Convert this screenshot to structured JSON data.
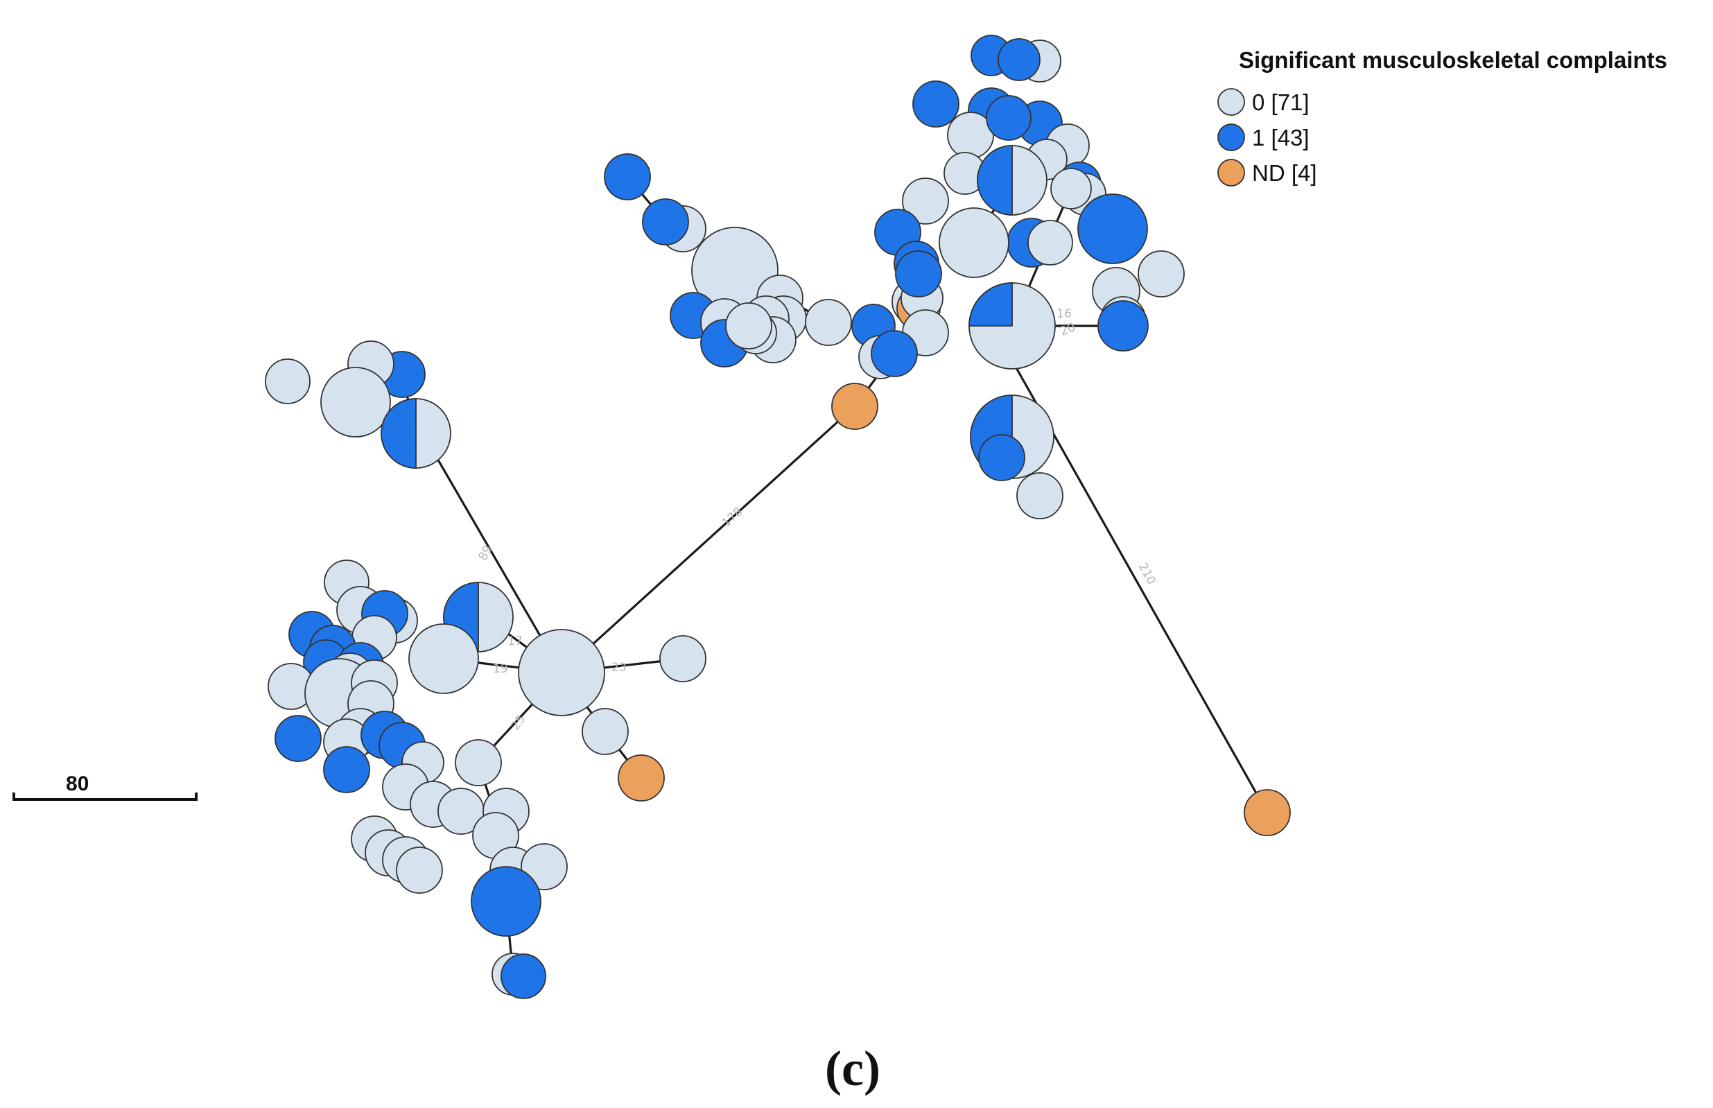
{
  "legend": {
    "title": "Significant musculoskeletal complaints",
    "items": [
      {
        "key": "0",
        "label": "0 [71]",
        "color": "#d6e3ee"
      },
      {
        "key": "1",
        "label": "1 [43]",
        "color": "#1f74e8"
      },
      {
        "key": "ND",
        "label": "ND [4]",
        "color": "#eba05c"
      }
    ]
  },
  "scale_bar": {
    "label": "80"
  },
  "caption": "(c)",
  "edge_labels": [
    "89",
    "178",
    "210",
    "23",
    "19",
    "17",
    "25",
    "20",
    "16"
  ]
}
